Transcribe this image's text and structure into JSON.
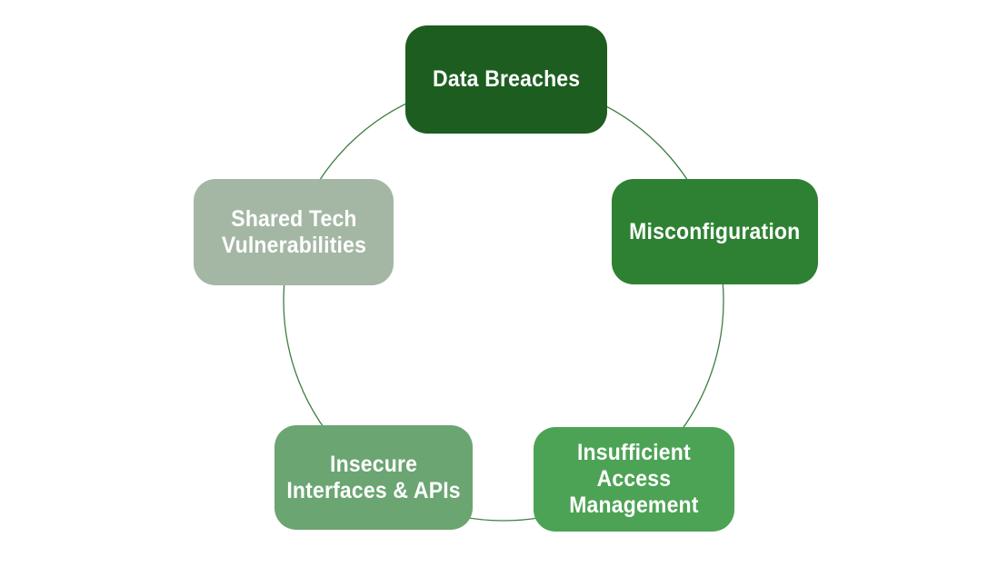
{
  "diagram": {
    "type": "cycle",
    "background_color": "#ffffff",
    "circle": {
      "stroke_color": "#3e7d42"
    },
    "text_color": "#ffffff",
    "nodes": [
      {
        "id": "data-breaches",
        "label": "Data Breaches",
        "lines": [
          "Data Breaches"
        ],
        "color": "#1d5e20",
        "position": "top"
      },
      {
        "id": "misconfiguration",
        "label": "Misconfiguration",
        "lines": [
          "Misconfiguration"
        ],
        "color": "#2e8133",
        "position": "right"
      },
      {
        "id": "insufficient-access-management",
        "label": "Insufficient Access Management",
        "lines": [
          "Insufficient",
          "Access",
          "Management"
        ],
        "color": "#4da355",
        "position": "bottom-right"
      },
      {
        "id": "insecure-interfaces-apis",
        "label": "Insecure Interfaces & APIs",
        "lines": [
          "Insecure",
          "Interfaces & APIs"
        ],
        "color": "#6ba572",
        "position": "bottom-left"
      },
      {
        "id": "shared-tech-vulnerabilities",
        "label": "Shared Tech Vulnerabilities",
        "lines": [
          "Shared Tech",
          "Vulnerabilities"
        ],
        "color": "#a4b7a5",
        "position": "left"
      }
    ]
  }
}
